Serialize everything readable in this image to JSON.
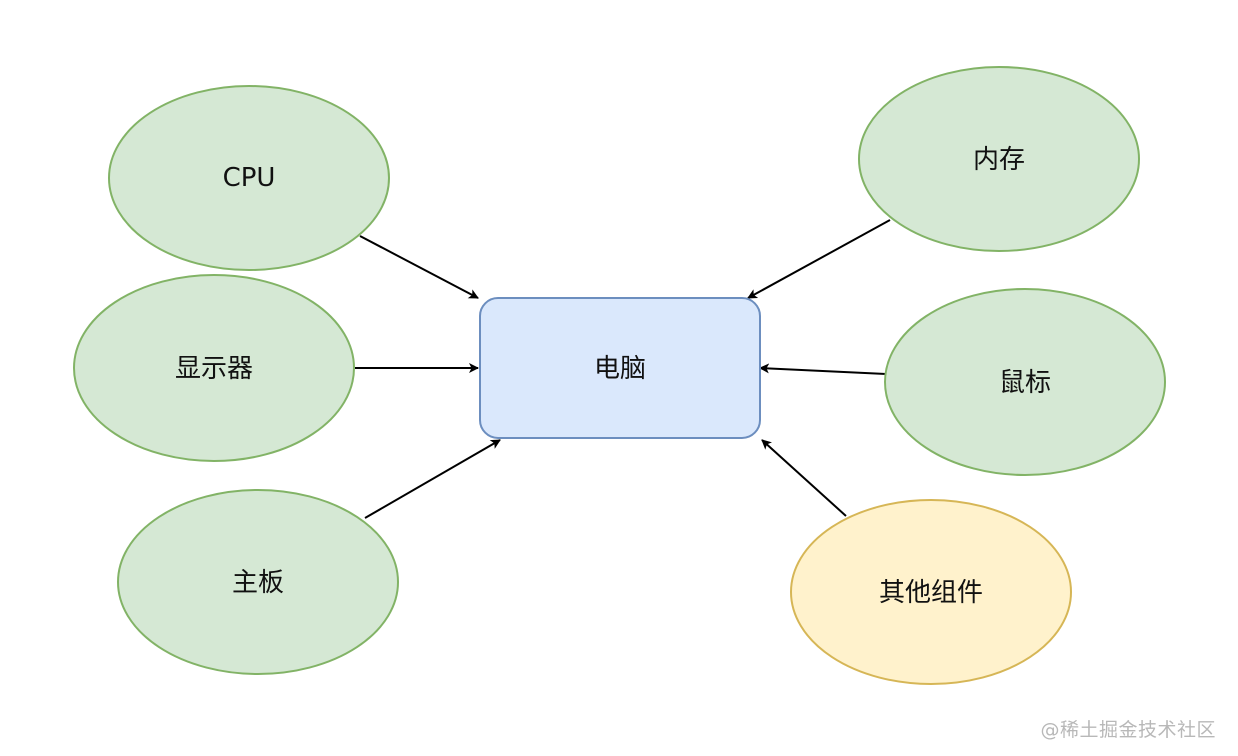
{
  "center": {
    "label": "电脑"
  },
  "nodes": [
    {
      "id": "cpu",
      "label": "CPU"
    },
    {
      "id": "display",
      "label": "显示器"
    },
    {
      "id": "motherboard",
      "label": "主板"
    },
    {
      "id": "memory",
      "label": "内存"
    },
    {
      "id": "mouse",
      "label": "鼠标"
    },
    {
      "id": "other",
      "label": "其他组件"
    }
  ],
  "colors": {
    "component_fill": "#d5e8d4",
    "component_stroke": "#82b366",
    "other_fill": "#fff2cc",
    "other_stroke": "#d6b656",
    "center_fill": "#dae8fc",
    "center_stroke": "#6c8ebf",
    "arrow": "#000000"
  },
  "watermark": "@稀土掘金技术社区"
}
